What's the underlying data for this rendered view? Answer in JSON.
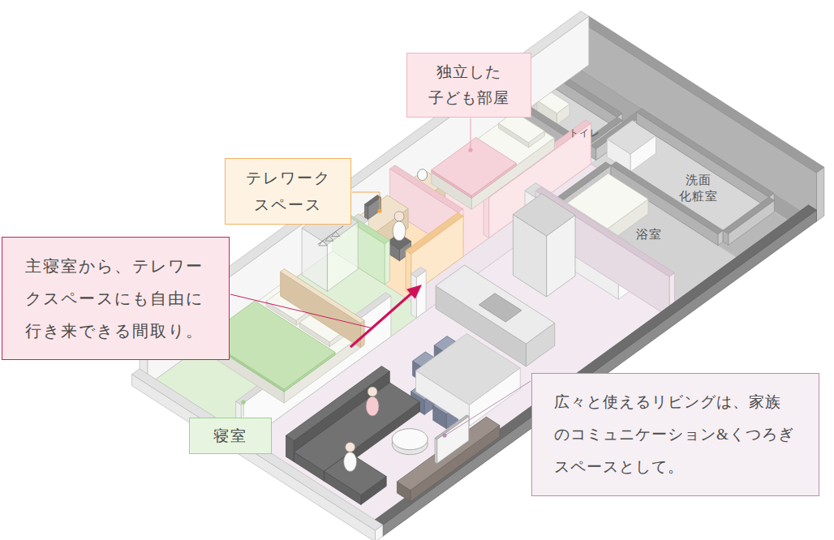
{
  "diagram": {
    "nodes": [
      {
        "text": [
          "独立した 子ども部屋"
        ]
      },
      {
        "text": [
          "テレワーク スペース"
        ]
      },
      {
        "text": [
          "主寝室から、テレワー クスペースにも自由に 行き来できる間取り。"
        ]
      },
      {
        "text": [
          "広々と使えるリビングは、家族 のコミュニケーション&くつろぎ スペースとして。"
        ]
      },
      {
        "text": [
          "寝室"
        ]
      }
    ],
    "labels": [
      "トイレ",
      "洗面 化粧室",
      "浴室"
    ]
  }
}
